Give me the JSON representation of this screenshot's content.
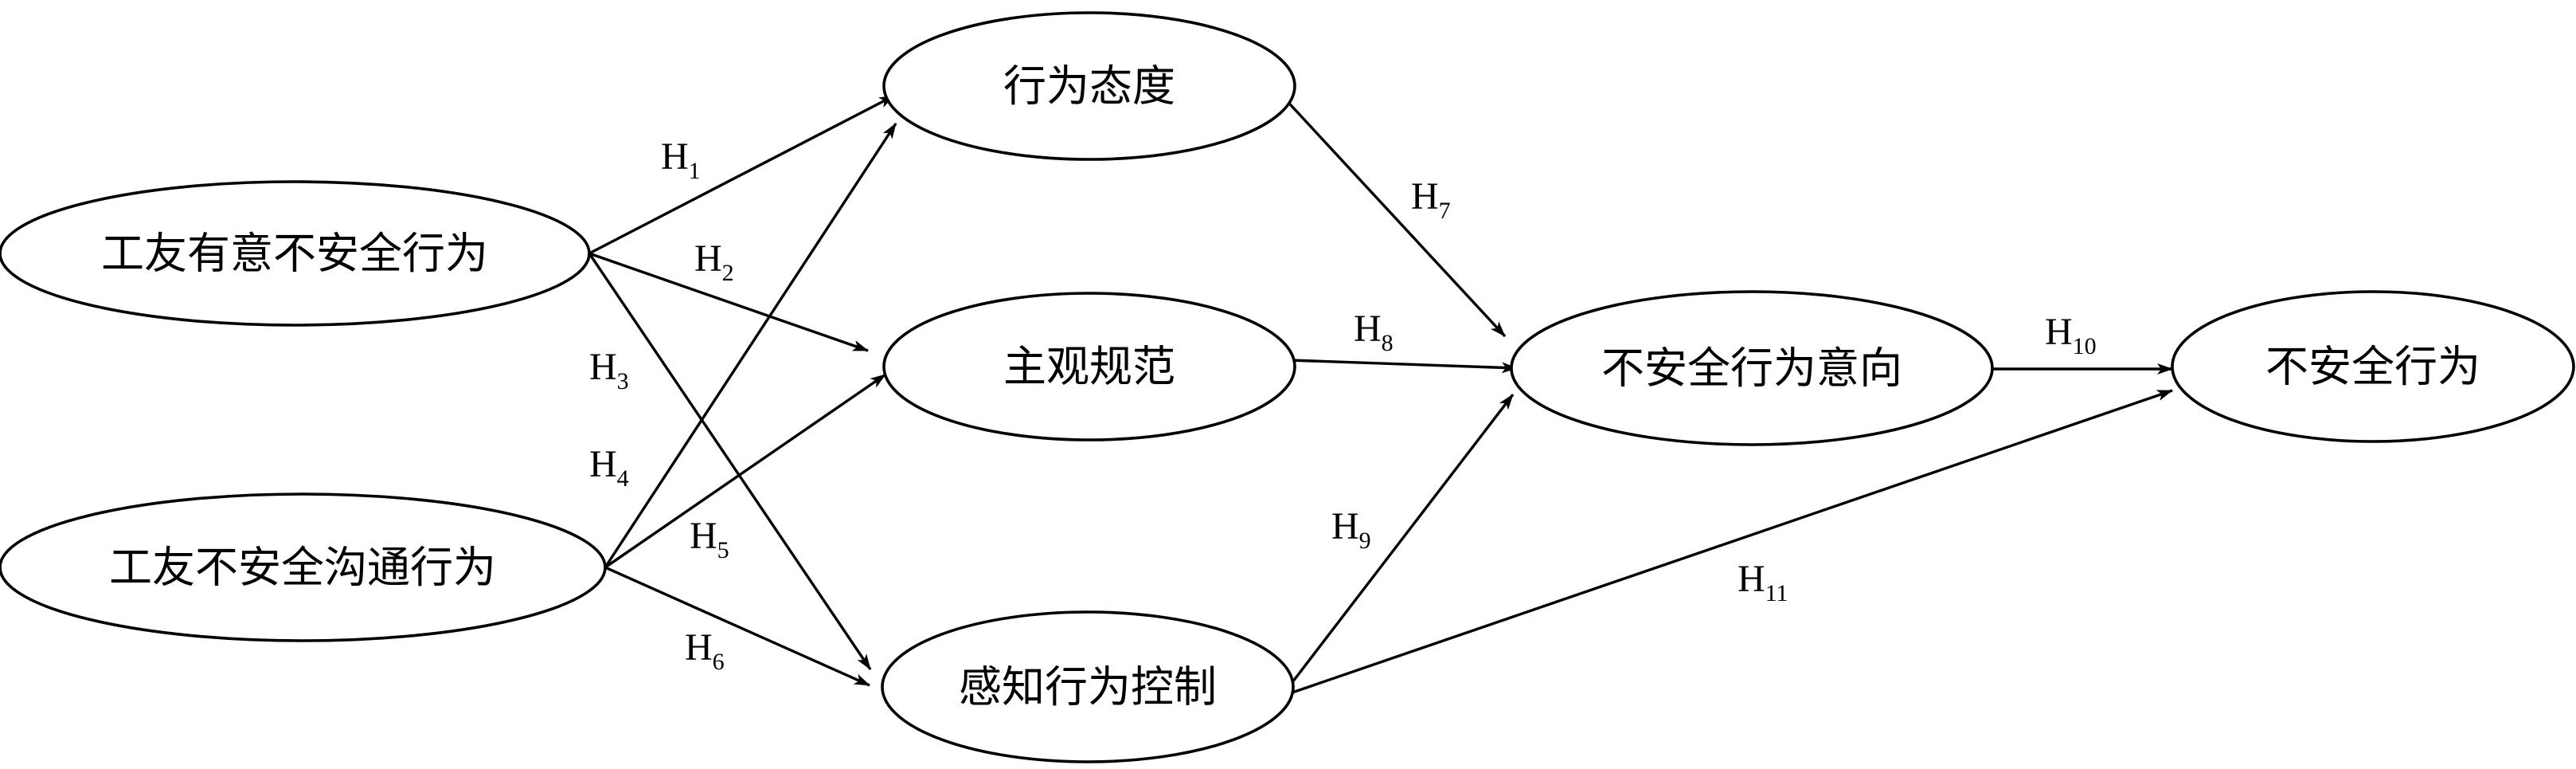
{
  "nodes": {
    "coworker_intentional": "工友有意不安全行为",
    "coworker_communication": "工友不安全沟通行为",
    "attitude": "行为态度",
    "subjective_norm": "主观规范",
    "perceived_control": "感知行为控制",
    "intention": "不安全行为意向",
    "unsafe_behavior": "不安全行为"
  },
  "hypotheses": [
    {
      "letter": "H",
      "sub": "1"
    },
    {
      "letter": "H",
      "sub": "2"
    },
    {
      "letter": "H",
      "sub": "3"
    },
    {
      "letter": "H",
      "sub": "4"
    },
    {
      "letter": "H",
      "sub": "5"
    },
    {
      "letter": "H",
      "sub": "6"
    },
    {
      "letter": "H",
      "sub": "7"
    },
    {
      "letter": "H",
      "sub": "8"
    },
    {
      "letter": "H",
      "sub": "9"
    },
    {
      "letter": "H",
      "sub": "10"
    },
    {
      "letter": "H",
      "sub": "11"
    }
  ]
}
